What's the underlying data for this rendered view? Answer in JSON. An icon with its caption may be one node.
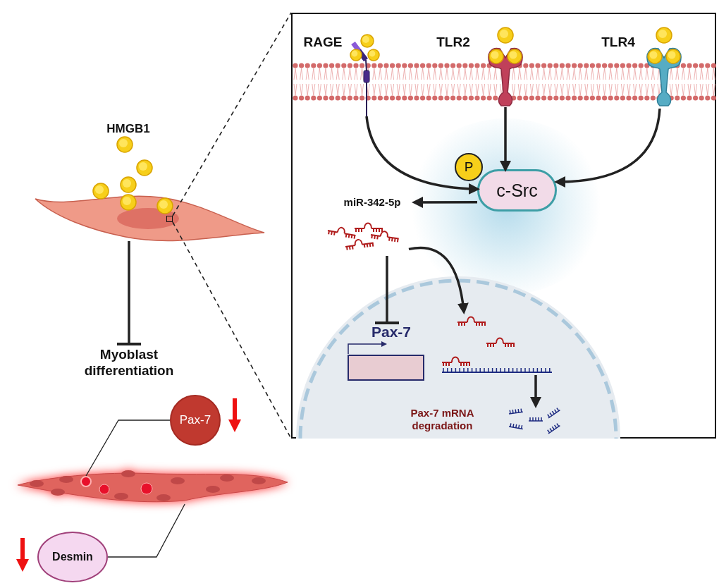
{
  "diagram": {
    "nodes": [
      {
        "text": [],
        "shape": "picture",
        "beside": [
          "HMGB1"
        ]
      },
      {
        "text": [],
        "shape": "box",
        "in": 0
      },
      {
        "text": [
          "Myoblast differentiation"
        ]
      },
      {
        "text": [
          "Pax-7"
        ]
      },
      {
        "text": [],
        "shape": "picture"
      },
      {
        "text": [],
        "shape": "circle",
        "in": 4
      },
      {
        "text": [
          "Desmin"
        ]
      },
      {
        "text": [],
        "shape": "box"
      },
      {
        "text": [],
        "shape": "picture",
        "in": 7,
        "beside": [
          "RAGE"
        ]
      },
      {
        "text": [],
        "shape": "picture",
        "in": 7,
        "beside": [
          "TLR2"
        ]
      },
      {
        "text": [],
        "shape": "picture",
        "in": 7,
        "beside": [
          "TLR4"
        ]
      },
      {
        "text": [
          "c-Src"
        ],
        "in": 7
      },
      {
        "text": [
          "P"
        ],
        "in": 7
      },
      {
        "text": [
          "miR-342-5p"
        ],
        "in": 7
      },
      {
        "text": [],
        "shape": "picture",
        "in": 7
      },
      {
        "text": [],
        "shape": "circle",
        "in": 7
      },
      {
        "text": [
          "Pax-7"
        ],
        "in": 15
      },
      {
        "text": [],
        "shape": "picture",
        "in": 15
      },
      {
        "text": [],
        "shape": "picture",
        "in": 15,
        "beside": [
          "Pax-7 mRNA degradation"
        ]
      }
    ],
    "edges": [
      {
        "from": 0,
        "to": 2,
        "arrow": "other"
      },
      {
        "from": 1,
        "to": 7,
        "arrow": "none",
        "style": "dashed"
      },
      {
        "from": 1,
        "to": 7,
        "arrow": "none",
        "style": "dashed"
      },
      {
        "from": 3,
        "to": 5,
        "arrow": "none"
      },
      {
        "from": 6,
        "to": 4,
        "arrow": "none"
      },
      {
        "from": 8,
        "to": 11,
        "arrow": "to"
      },
      {
        "from": 9,
        "to": 11,
        "arrow": "to"
      },
      {
        "from": 10,
        "to": 11,
        "arrow": "to"
      },
      {
        "from": 11,
        "to": 13,
        "arrow": "to"
      },
      {
        "from": 14,
        "to": 16,
        "arrow": "other"
      },
      {
        "from": 14,
        "to": 17,
        "arrow": "to"
      },
      {
        "from": 17,
        "to": 18,
        "arrow": "to"
      }
    ]
  }
}
